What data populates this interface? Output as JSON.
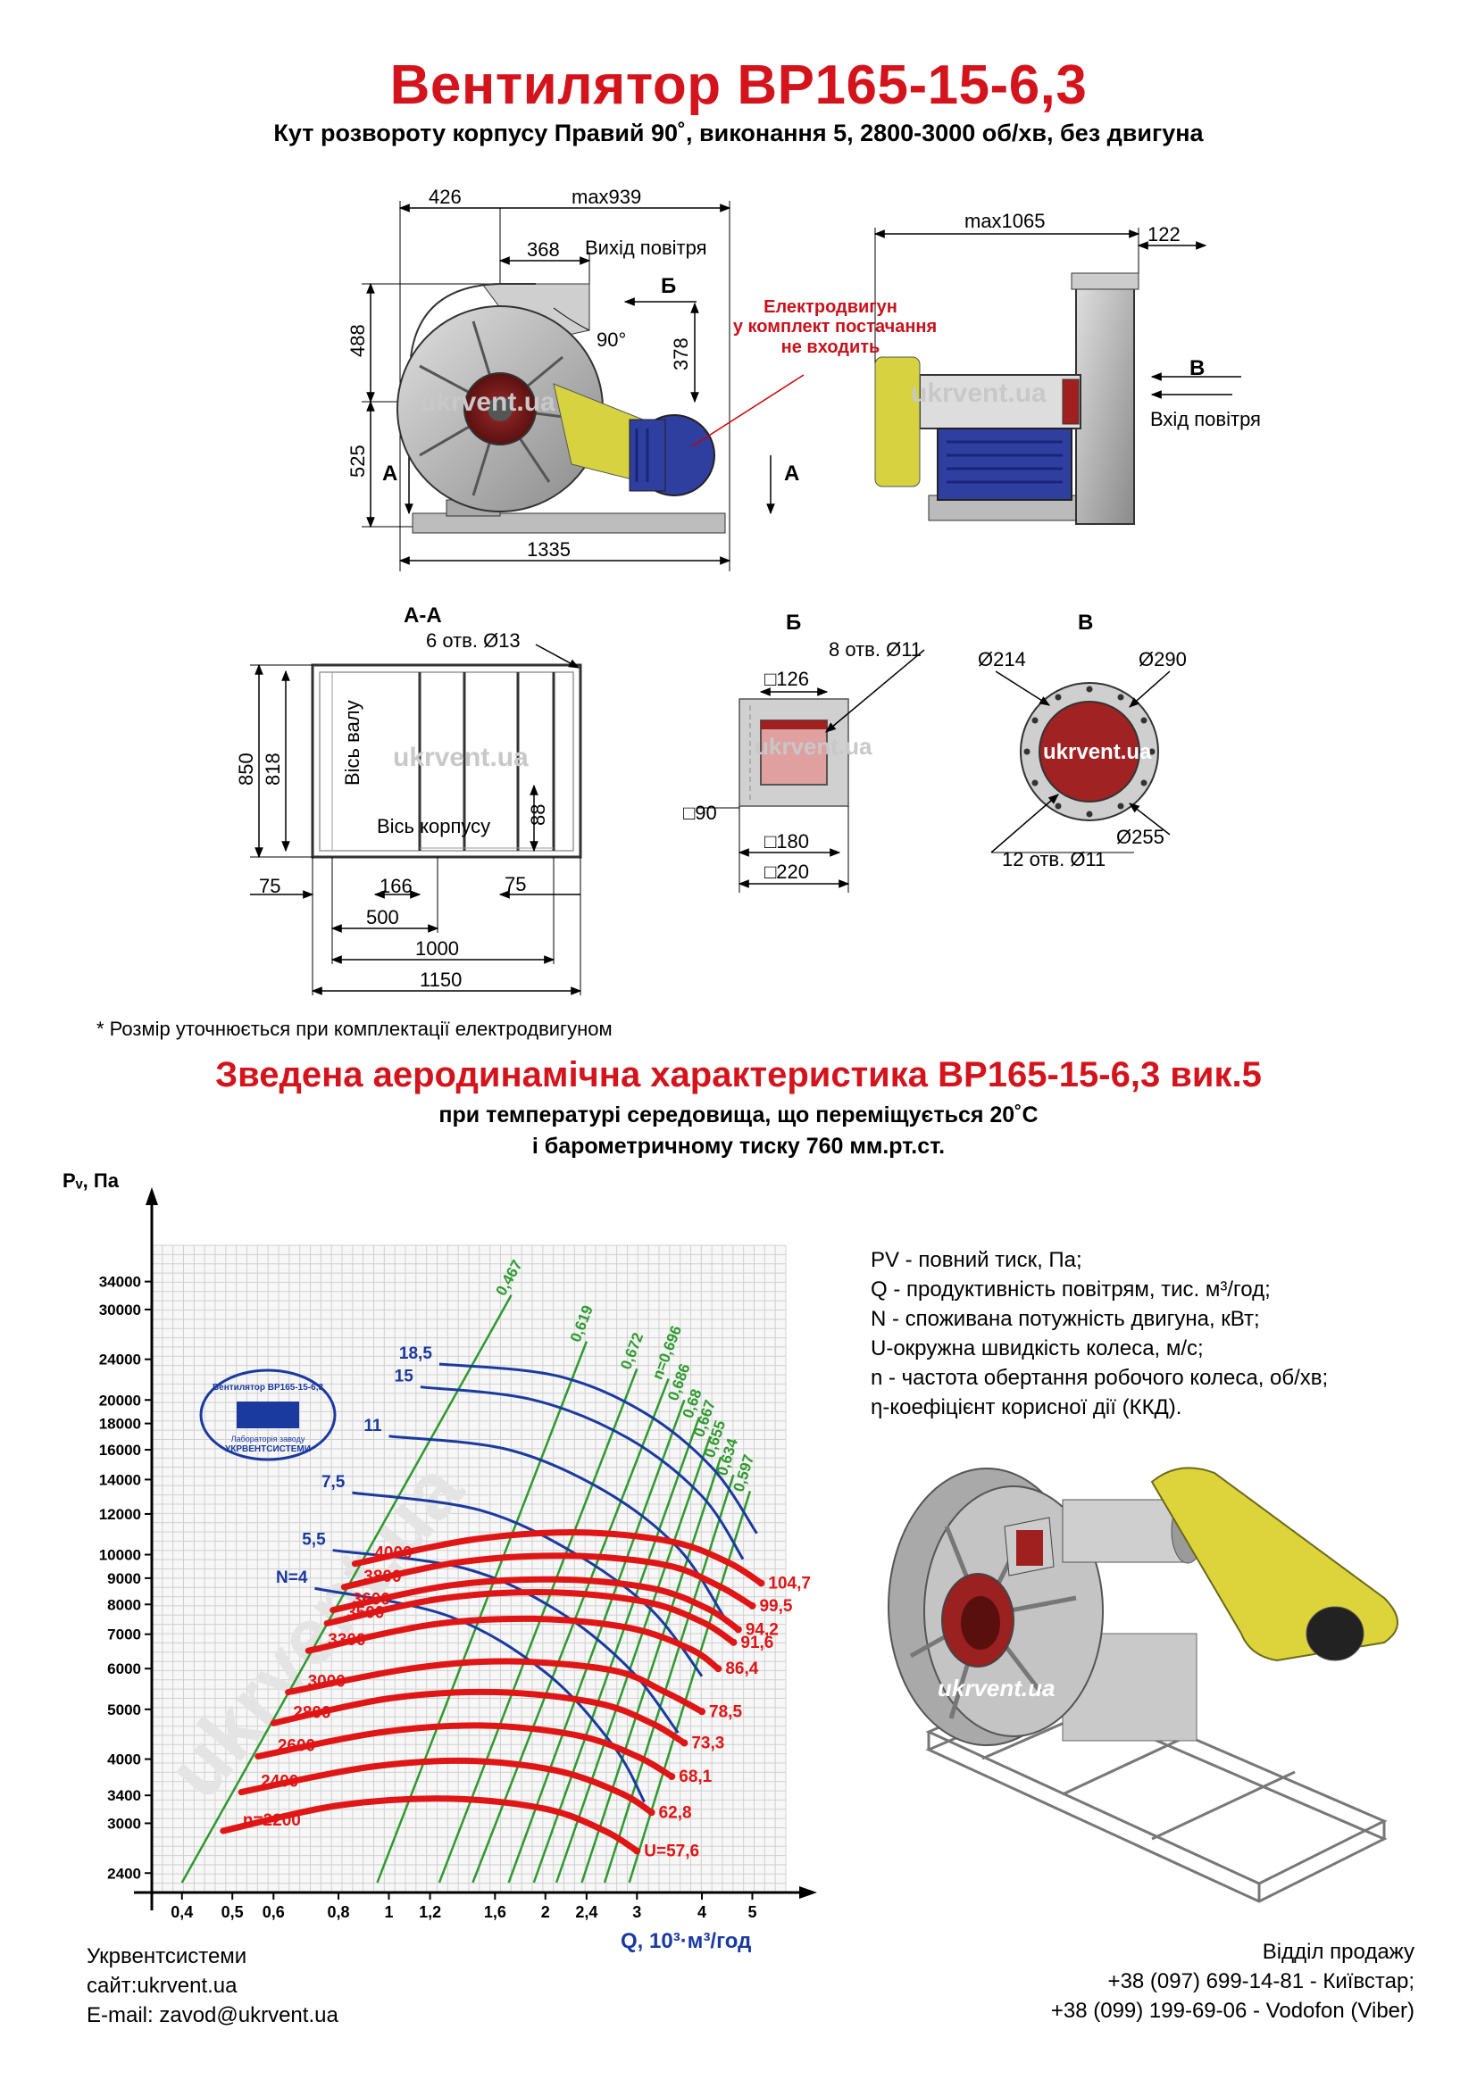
{
  "header": {
    "title": "Вентилятор ВР165-15-6,3",
    "subtitle": "Кут розвороту корпусу Правий 90˚, виконання 5, 2800-3000 об/хв, без двигуна"
  },
  "drawing_main": {
    "dim_426": "426",
    "dim_max939": "max939",
    "dim_368": "368",
    "air_outlet": "Вихід повітря",
    "label_b": "Б",
    "angle": "90°",
    "dim_488": "488",
    "dim_525": "525",
    "dim_378": "378",
    "dim_1335": "1335",
    "label_a_left": "А",
    "label_a_right": "А",
    "motor_note_1": "Електродвигун",
    "motor_note_2": "у комплект постачання",
    "motor_note_3": "не входить",
    "watermark": "ukrvent.ua"
  },
  "drawing_side": {
    "dim_max1065": "max1065",
    "dim_122": "122",
    "label_v": "В",
    "air_inlet": "Вхід повітря",
    "watermark": "ukrvent.ua"
  },
  "section_aa": {
    "title": "А-А",
    "holes": "6 отв. Ø13",
    "dim_850": "850",
    "dim_818": "818",
    "shaft_axis": "Вісь валу",
    "body_axis": "Вісь корпусу",
    "dim_88": "88",
    "dim_75_left": "75",
    "dim_166": "166",
    "dim_75_right": "75",
    "dim_500": "500",
    "dim_1000": "1000",
    "dim_1150": "1150",
    "watermark": "ukrvent.ua"
  },
  "section_b": {
    "title": "Б",
    "holes": "8 отв. Ø11",
    "dim_126": "□126",
    "dim_90": "□90",
    "dim_180": "□180",
    "dim_220": "□220",
    "watermark": "ukrvent.ua"
  },
  "section_v": {
    "title": "В",
    "dim_214": "Ø214",
    "dim_290": "Ø290",
    "dim_255": "Ø255",
    "holes": "12 отв. Ø11",
    "watermark": "ukrvent.ua"
  },
  "note": "* Розмір уточнюється при комплектації електродвигуном",
  "aero": {
    "title": "Зведена аеродинамічна характеристика ВР165-15-6,3 вик.5",
    "sub1": "при температурі середовища, що переміщується 20˚С",
    "sub2": "і барометричному тиску 760 мм.рт.ст."
  },
  "legend": {
    "pv": "PV - повний тиск, Па;",
    "q": "Q - продуктивність повітрям, тис. м³/год;",
    "n": "N - споживана потужність двигуна, кВт;",
    "u": "U-окружна швидкість колеса, м/с;",
    "rpm": "n - частота обертання робочого колеса, об/хв;",
    "eta": "η-коефіцієнт корисної дії (ККД)."
  },
  "chart_data": {
    "type": "line",
    "xlabel": "Q, 10³·м³/год",
    "ylabel": "Pᵥ, Па",
    "x_scale": "log",
    "y_scale": "log",
    "x_ticks": [
      "0,4",
      "0,5",
      "0,6",
      "0,8",
      "1",
      "1,2",
      "1,6",
      "2",
      "2,4",
      "3",
      "4",
      "5"
    ],
    "y_ticks": [
      "2400",
      "3000",
      "3400",
      "4000",
      "5000",
      "6000",
      "7000",
      "8000",
      "9000",
      "10000",
      "12000",
      "14000",
      "16000",
      "18000",
      "20000",
      "24000",
      "30000",
      "34000"
    ],
    "xlim": [
      0.35,
      5.8
    ],
    "ylim": [
      2200,
      40000
    ],
    "logo_text_1": "Вентилятор ВР165-15-6,3",
    "logo_text_2": "Лабораторія заводу",
    "logo_text_3": "УКРВЕНТСИСТЕМИ",
    "watermark": "ukrvent.ua",
    "speed_curves": [
      {
        "n_label": "n=2200",
        "u_label": "U=57,6",
        "points": [
          [
            0.48,
            2900
          ],
          [
            0.8,
            3250
          ],
          [
            1.3,
            3350
          ],
          [
            2.0,
            3200
          ],
          [
            2.6,
            2900
          ],
          [
            3.0,
            2650
          ]
        ]
      },
      {
        "n_label": "2400",
        "u_label": "62,8",
        "points": [
          [
            0.52,
            3450
          ],
          [
            0.9,
            3850
          ],
          [
            1.4,
            3970
          ],
          [
            2.1,
            3800
          ],
          [
            2.8,
            3430
          ],
          [
            3.2,
            3150
          ]
        ]
      },
      {
        "n_label": "2600",
        "u_label": "68,1",
        "points": [
          [
            0.56,
            4050
          ],
          [
            0.95,
            4500
          ],
          [
            1.5,
            4650
          ],
          [
            2.3,
            4450
          ],
          [
            3.0,
            4050
          ],
          [
            3.5,
            3700
          ]
        ]
      },
      {
        "n_label": "2800",
        "u_label": "73,3",
        "points": [
          [
            0.6,
            4700
          ],
          [
            1.0,
            5250
          ],
          [
            1.6,
            5400
          ],
          [
            2.5,
            5150
          ],
          [
            3.2,
            4700
          ],
          [
            3.7,
            4300
          ]
        ]
      },
      {
        "n_label": "3000",
        "u_label": "78,5",
        "points": [
          [
            0.64,
            5400
          ],
          [
            1.1,
            6000
          ],
          [
            1.7,
            6200
          ],
          [
            2.7,
            5950
          ],
          [
            3.4,
            5400
          ],
          [
            4.0,
            4950
          ]
        ]
      },
      {
        "n_label": "3300",
        "u_label": "86,4",
        "points": [
          [
            0.7,
            6500
          ],
          [
            1.2,
            7300
          ],
          [
            1.9,
            7500
          ],
          [
            2.9,
            7200
          ],
          [
            3.8,
            6550
          ],
          [
            4.3,
            6000
          ]
        ]
      },
      {
        "n_label": "3500",
        "u_label": "91,6",
        "points": [
          [
            0.76,
            7350
          ],
          [
            1.25,
            8200
          ],
          [
            2.0,
            8450
          ],
          [
            3.1,
            8100
          ],
          [
            4.0,
            7400
          ],
          [
            4.6,
            6750
          ]
        ]
      },
      {
        "n_label": "3600",
        "u_label": "94,2",
        "points": [
          [
            0.78,
            7800
          ],
          [
            1.3,
            8700
          ],
          [
            2.1,
            8950
          ],
          [
            3.2,
            8600
          ],
          [
            4.1,
            7850
          ],
          [
            4.7,
            7150
          ]
        ]
      },
      {
        "n_label": "3800",
        "u_label": "99,5",
        "points": [
          [
            0.82,
            8650
          ],
          [
            1.35,
            9650
          ],
          [
            2.2,
            9950
          ],
          [
            3.4,
            9550
          ],
          [
            4.3,
            8700
          ],
          [
            5.0,
            7950
          ]
        ]
      },
      {
        "n_label": "4000",
        "u_label": "104,7",
        "points": [
          [
            0.86,
            9600
          ],
          [
            1.45,
            10700
          ],
          [
            2.3,
            11050
          ],
          [
            3.5,
            10600
          ],
          [
            4.5,
            9650
          ],
          [
            5.2,
            8800
          ]
        ]
      }
    ],
    "power_curves": [
      {
        "label": "N=4",
        "points": [
          [
            0.72,
            8600
          ],
          [
            1.3,
            7600
          ],
          [
            2.0,
            5900
          ],
          [
            2.7,
            4250
          ],
          [
            3.1,
            3300
          ]
        ]
      },
      {
        "label": "5,5",
        "points": [
          [
            0.78,
            10200
          ],
          [
            1.4,
            9400
          ],
          [
            2.1,
            7800
          ],
          [
            2.9,
            6000
          ],
          [
            3.6,
            4500
          ]
        ]
      },
      {
        "label": "7,5",
        "points": [
          [
            0.85,
            13200
          ],
          [
            1.5,
            12200
          ],
          [
            2.3,
            10000
          ],
          [
            3.2,
            7800
          ],
          [
            4.0,
            5800
          ]
        ]
      },
      {
        "label": "11",
        "points": [
          [
            1.0,
            17000
          ],
          [
            1.7,
            16000
          ],
          [
            2.6,
            13300
          ],
          [
            3.6,
            10300
          ],
          [
            4.4,
            7600
          ]
        ]
      },
      {
        "label": "15",
        "points": [
          [
            1.15,
            21200
          ],
          [
            1.9,
            20000
          ],
          [
            2.9,
            16800
          ],
          [
            4.0,
            13000
          ],
          [
            4.8,
            9800
          ]
        ]
      },
      {
        "label": "18,5",
        "points": [
          [
            1.25,
            23500
          ],
          [
            2.1,
            22300
          ],
          [
            3.1,
            18900
          ],
          [
            4.2,
            14700
          ],
          [
            5.1,
            11000
          ]
        ]
      }
    ],
    "efficiency_lines": [
      {
        "label": "0,467",
        "from": [
          0.4,
          2300
        ],
        "to": [
          1.72,
          32000
        ]
      },
      {
        "label": "0,619",
        "from": [
          0.95,
          2300
        ],
        "to": [
          2.4,
          26000
        ]
      },
      {
        "label": "0,672",
        "from": [
          1.25,
          2300
        ],
        "to": [
          3.0,
          23000
        ]
      },
      {
        "label": "n=0,696",
        "from": [
          1.45,
          2300
        ],
        "to": [
          3.45,
          22000
        ]
      },
      {
        "label": "0,686",
        "from": [
          1.7,
          2300
        ],
        "to": [
          3.7,
          20000
        ]
      },
      {
        "label": "0,68",
        "from": [
          1.9,
          2300
        ],
        "to": [
          3.95,
          18500
        ]
      },
      {
        "label": "0,667",
        "from": [
          2.1,
          2300
        ],
        "to": [
          4.15,
          17000
        ]
      },
      {
        "label": "0,655",
        "from": [
          2.35,
          2300
        ],
        "to": [
          4.35,
          15500
        ]
      },
      {
        "label": "0,634",
        "from": [
          2.6,
          2300
        ],
        "to": [
          4.6,
          14300
        ]
      },
      {
        "label": "0,597",
        "from": [
          2.9,
          2300
        ],
        "to": [
          4.95,
          13300
        ]
      }
    ]
  },
  "contacts": {
    "company": "Укрвентсистеми",
    "site": "сайт:ukrvent.ua",
    "email": "E-mail: zavod@ukrvent.ua",
    "sales": "Відділ продажу",
    "phone1": "+38 (097) 699-14-81 - Київстар;",
    "phone2": "+38 (099) 199-69-06 - Vodofon (Viber)"
  },
  "render_watermark": "ukrvent.ua"
}
